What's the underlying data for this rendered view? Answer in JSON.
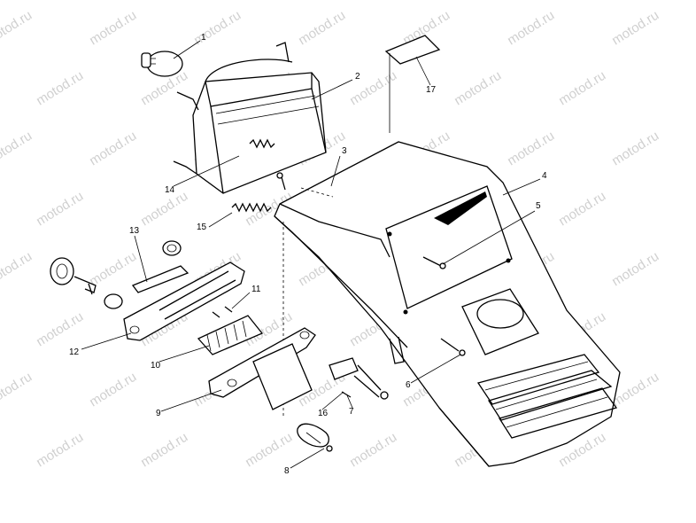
{
  "watermark": {
    "text": "motod.ru",
    "color": "#c8c8c8"
  },
  "callouts": [
    {
      "id": "c1",
      "label": "1"
    },
    {
      "id": "c2",
      "label": "2"
    },
    {
      "id": "c3",
      "label": "3"
    },
    {
      "id": "c4",
      "label": "4"
    },
    {
      "id": "c5",
      "label": "5"
    },
    {
      "id": "c6",
      "label": "6"
    },
    {
      "id": "c7",
      "label": "7"
    },
    {
      "id": "c8",
      "label": "8"
    },
    {
      "id": "c9",
      "label": "9"
    },
    {
      "id": "c10",
      "label": "10"
    },
    {
      "id": "c11",
      "label": "11"
    },
    {
      "id": "c12",
      "label": "12"
    },
    {
      "id": "c13",
      "label": "13"
    },
    {
      "id": "c14",
      "label": "14"
    },
    {
      "id": "c15",
      "label": "15"
    },
    {
      "id": "c16",
      "label": "16"
    },
    {
      "id": "c17",
      "label": "17"
    }
  ]
}
